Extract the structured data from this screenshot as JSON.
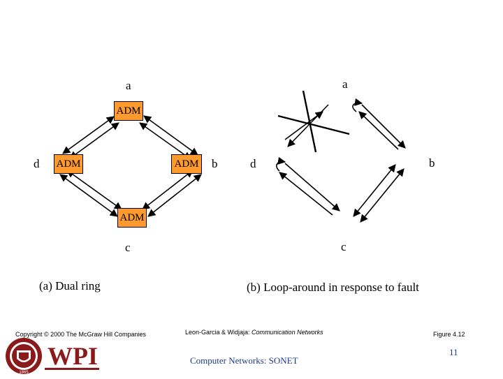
{
  "left_diagram": {
    "labels": {
      "a": "a",
      "b": "b",
      "c": "c",
      "d": "d"
    },
    "adm_label": "ADM",
    "caption": "(a) Dual ring"
  },
  "right_diagram": {
    "labels": {
      "a": "a",
      "b": "b",
      "c": "c",
      "d": "d"
    },
    "caption": "(b) Loop-around in response to fault"
  },
  "footer": {
    "copyright": "Copyright © 2000 The McGraw Hill Companies",
    "authors": "Leon-Garcia & Widjaja: ",
    "book": "Communication Networks",
    "figure": "Figure 4.12",
    "title": "Computer Networks: SONET",
    "page": "11",
    "logo_text": "WPI",
    "seal_year": "1865"
  },
  "colors": {
    "adm_fill": "#ff9a2e",
    "accent": "#1f3a8a",
    "logo_red": "#8b1a1a"
  }
}
